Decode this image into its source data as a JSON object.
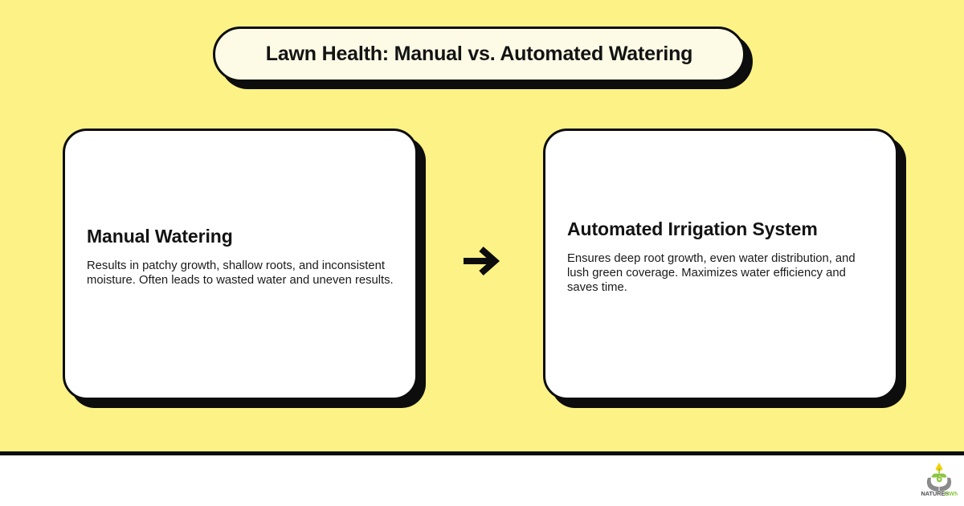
{
  "page": {
    "background_color": "#fcf286",
    "footer_background_color": "#ffffff",
    "divider_color": "#0d0d0d"
  },
  "header": {
    "title": "Lawn Health: Manual vs. Automated Watering",
    "pill_fill_color": "#fdfbe6",
    "pill_border_color": "#0d0d0d"
  },
  "comparison": {
    "arrow_icon": "arrow-right-icon",
    "arrow_glyph": "→",
    "cards": [
      {
        "id": "manual-watering",
        "heading": "Manual Watering",
        "body": "Results in patchy growth, shallow roots, and inconsistent moisture. Often leads to wasted water and uneven results.",
        "fill_color": "#ffffff",
        "border_color": "#0d0d0d"
      },
      {
        "id": "automated-irrigation-system",
        "heading": "Automated Irrigation System",
        "body": "Ensures deep root growth, even water distribution, and lush green coverage. Maximizes water efficiency and saves time.",
        "fill_color": "#ffffff",
        "border_color": "#0d0d0d"
      }
    ]
  },
  "footer": {
    "logo": {
      "icon": "natures-own-logo-icon",
      "wordmark_primary": "NATURES",
      "wordmark_secondary": "OWN",
      "primary_color": "#4d4d4d",
      "secondary_color": "#8cc63f",
      "flower_color": "#f5d000",
      "hands_color": "#8a8a8a"
    }
  }
}
